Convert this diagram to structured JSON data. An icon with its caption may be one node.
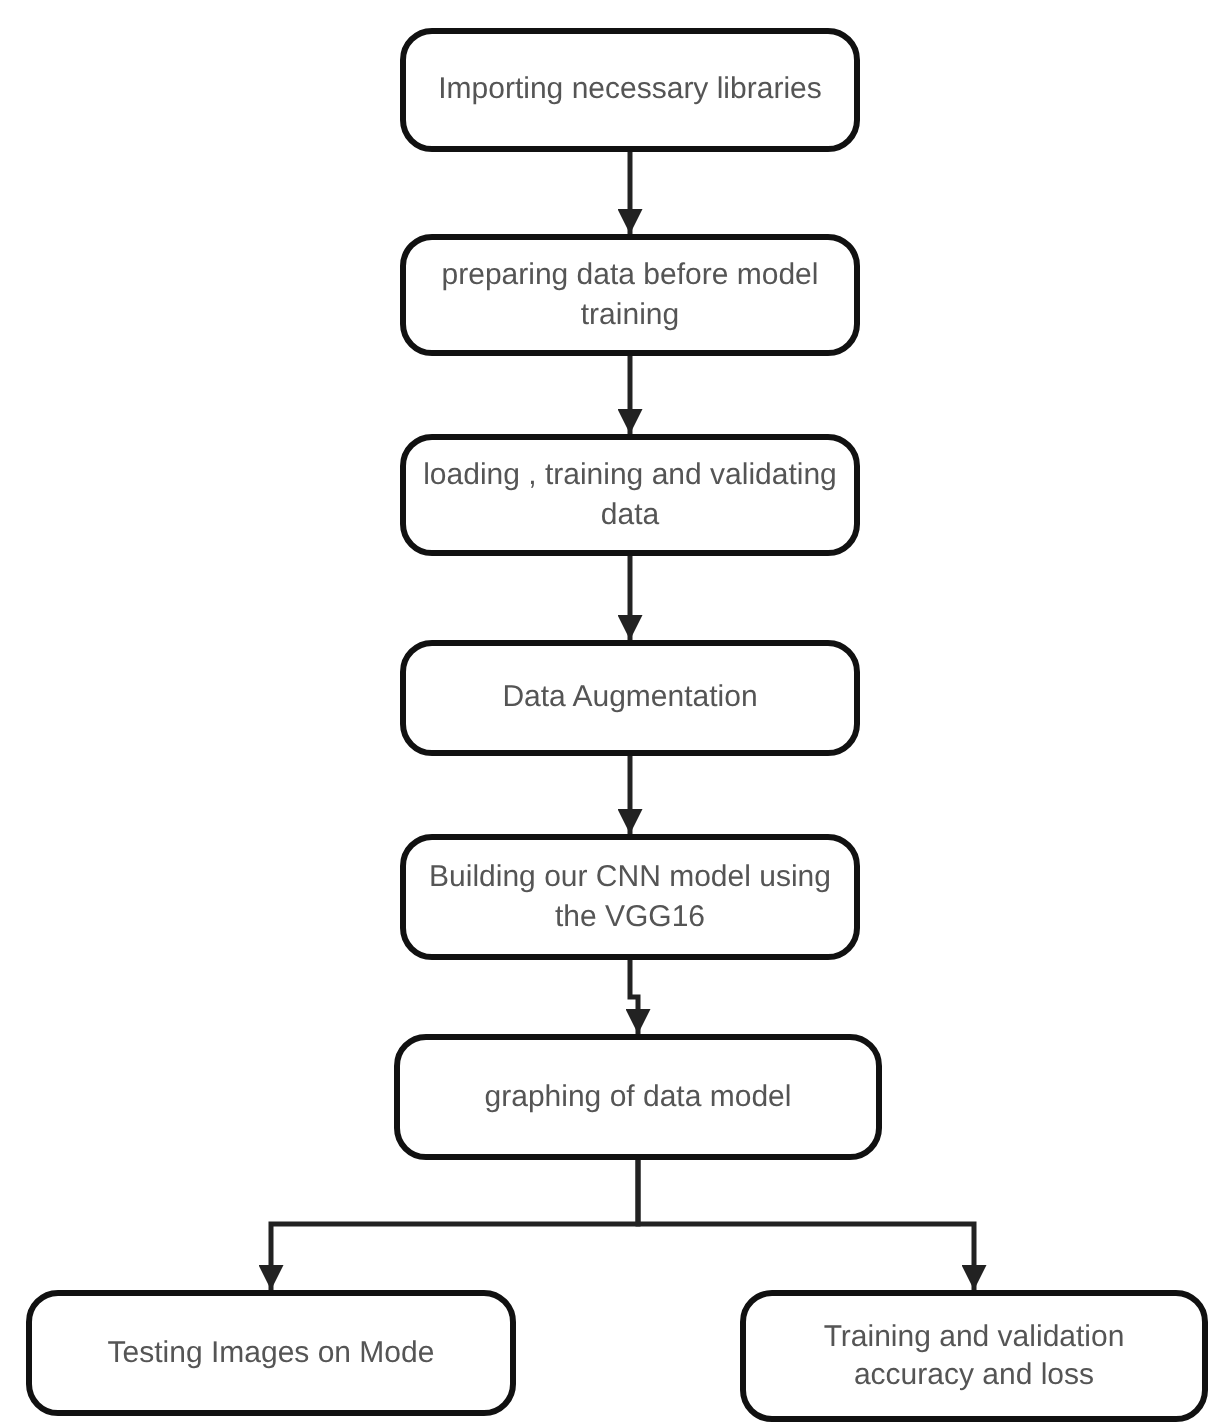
{
  "diagram": {
    "nodes": [
      {
        "text": [
          "Importing necessary libraries"
        ]
      },
      {
        "text": [
          "preparing data before model training"
        ]
      },
      {
        "text": [
          "loading , training and validating data"
        ]
      },
      {
        "text": [
          "Data Augmentation"
        ]
      },
      {
        "text": [
          "Building our CNN model using the VGG16"
        ]
      },
      {
        "text": [
          "graphing of data model"
        ]
      },
      {
        "text": [
          "Testing Images on Mode"
        ]
      },
      {
        "text": [
          "Training and validation accuracy and loss"
        ]
      }
    ],
    "edges": [
      {
        "from": 0,
        "to": 1,
        "arrow": "to"
      },
      {
        "from": 1,
        "to": 2,
        "arrow": "to"
      },
      {
        "from": 2,
        "to": 3,
        "arrow": "to"
      },
      {
        "from": 3,
        "to": 4,
        "arrow": "to"
      },
      {
        "from": 4,
        "to": 5,
        "arrow": "to"
      },
      {
        "from": 5,
        "to": 6,
        "arrow": "to"
      },
      {
        "from": 5,
        "to": 7,
        "arrow": "to"
      }
    ]
  }
}
